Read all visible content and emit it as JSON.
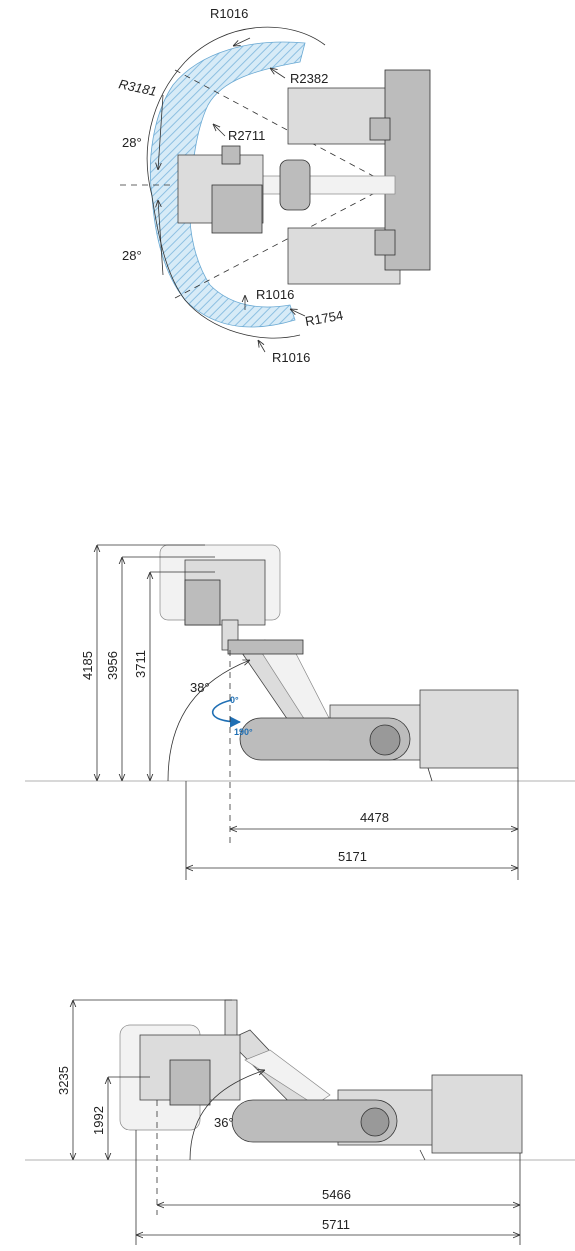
{
  "top_view": {
    "labels": {
      "r1016_top": "R1016",
      "r2382": "R2382",
      "r3181": "R3181",
      "r2711": "R2711",
      "r1016_mid": "R1016",
      "r1754": "R1754",
      "r1016_bottom": "R1016",
      "angle_upper": "28°",
      "angle_lower": "28°"
    }
  },
  "side_view_1": {
    "labels": {
      "h4185": "4185",
      "h3956": "3956",
      "h3711": "3711",
      "angle": "38°",
      "rot_0": "0°",
      "rot_190": "190°",
      "w4478": "4478",
      "w5171": "5171"
    }
  },
  "side_view_2": {
    "labels": {
      "h3235": "3235",
      "h1992": "1992",
      "angle": "36°",
      "w5466": "5466",
      "w5711": "5711"
    }
  },
  "colors": {
    "hatch_blue": "#9cc9e6",
    "rotation_blue": "#1f6fb4",
    "machine_gray": "#dcdcdc"
  }
}
